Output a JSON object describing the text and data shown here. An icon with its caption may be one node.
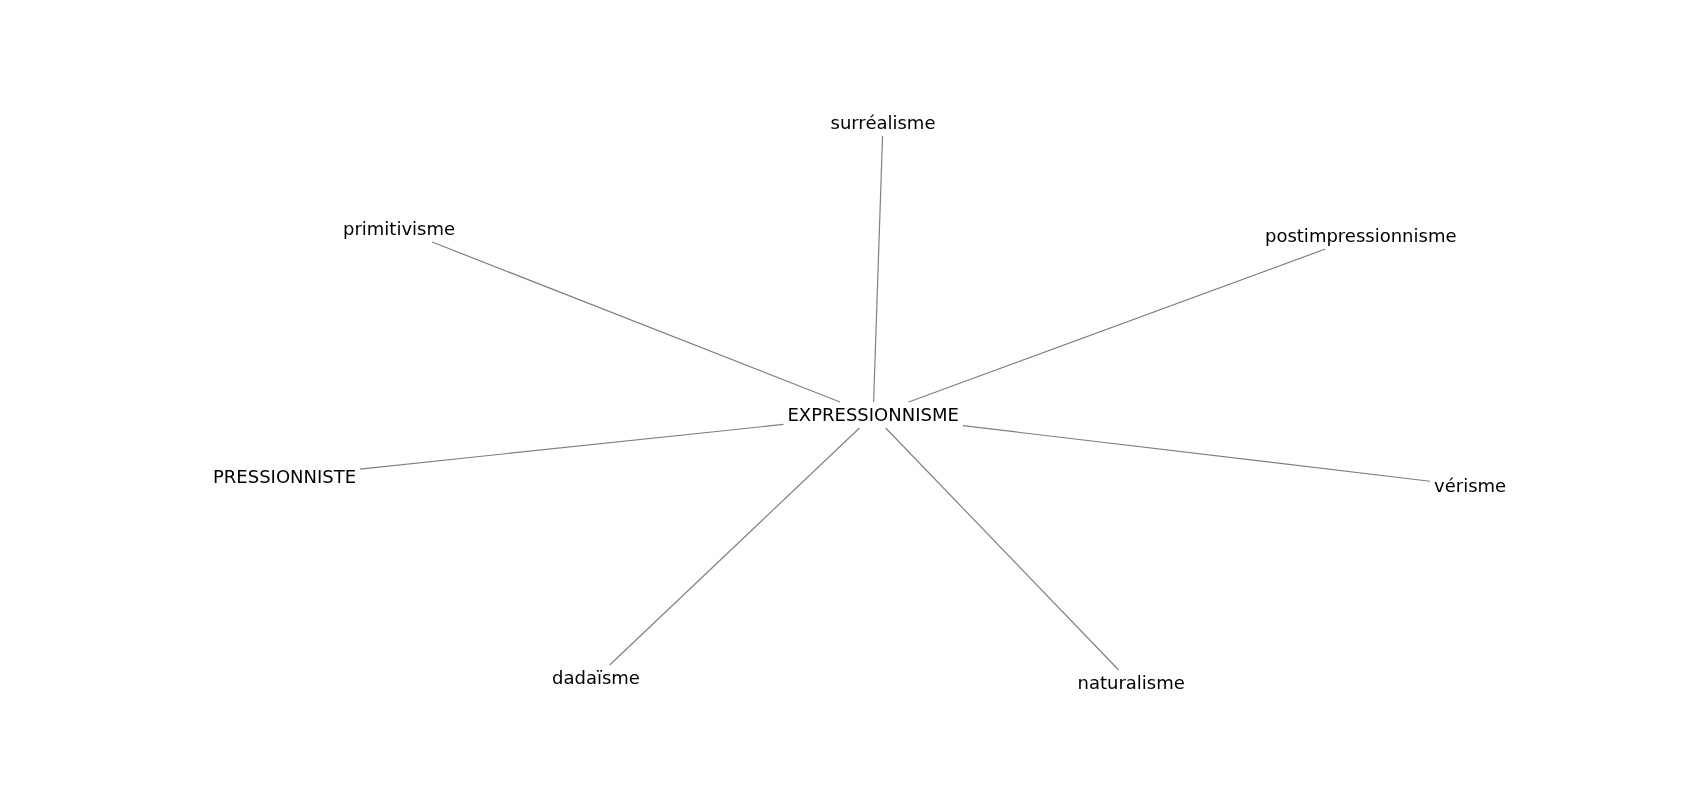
{
  "diagram": {
    "nodes": [
      {
        "text": [
          "surréalisme"
        ]
      },
      {
        "text": [
          "primitivisme"
        ]
      },
      {
        "text": [
          "postimpressionnisme"
        ]
      },
      {
        "text": [
          "EXPRESSIONNISME"
        ]
      },
      {
        "text": [
          "PRESSIONNISTE"
        ]
      },
      {
        "text": [
          "vérisme"
        ]
      },
      {
        "text": [
          "dadaïsme"
        ]
      },
      {
        "text": [
          "naturalisme"
        ]
      }
    ],
    "edges": [
      {
        "from": 3,
        "to": 0,
        "arrow": "none"
      },
      {
        "from": 3,
        "to": 1,
        "arrow": "none"
      },
      {
        "from": 3,
        "to": 2,
        "arrow": "none"
      },
      {
        "from": 3,
        "to": 4,
        "arrow": "none"
      },
      {
        "from": 3,
        "to": 5,
        "arrow": "none"
      },
      {
        "from": 3,
        "to": 6,
        "arrow": "none"
      },
      {
        "from": 3,
        "to": 7,
        "arrow": "none"
      }
    ]
  }
}
